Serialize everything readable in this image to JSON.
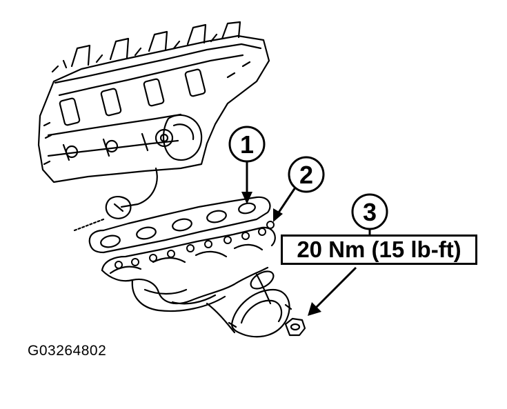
{
  "callouts": [
    {
      "number": "1"
    },
    {
      "number": "2"
    },
    {
      "number": "3"
    }
  ],
  "torque_spec": "20 Nm (15 lb-ft)",
  "figure_id": "G03264802",
  "colors": {
    "ink": "#000000",
    "paper": "#ffffff"
  }
}
